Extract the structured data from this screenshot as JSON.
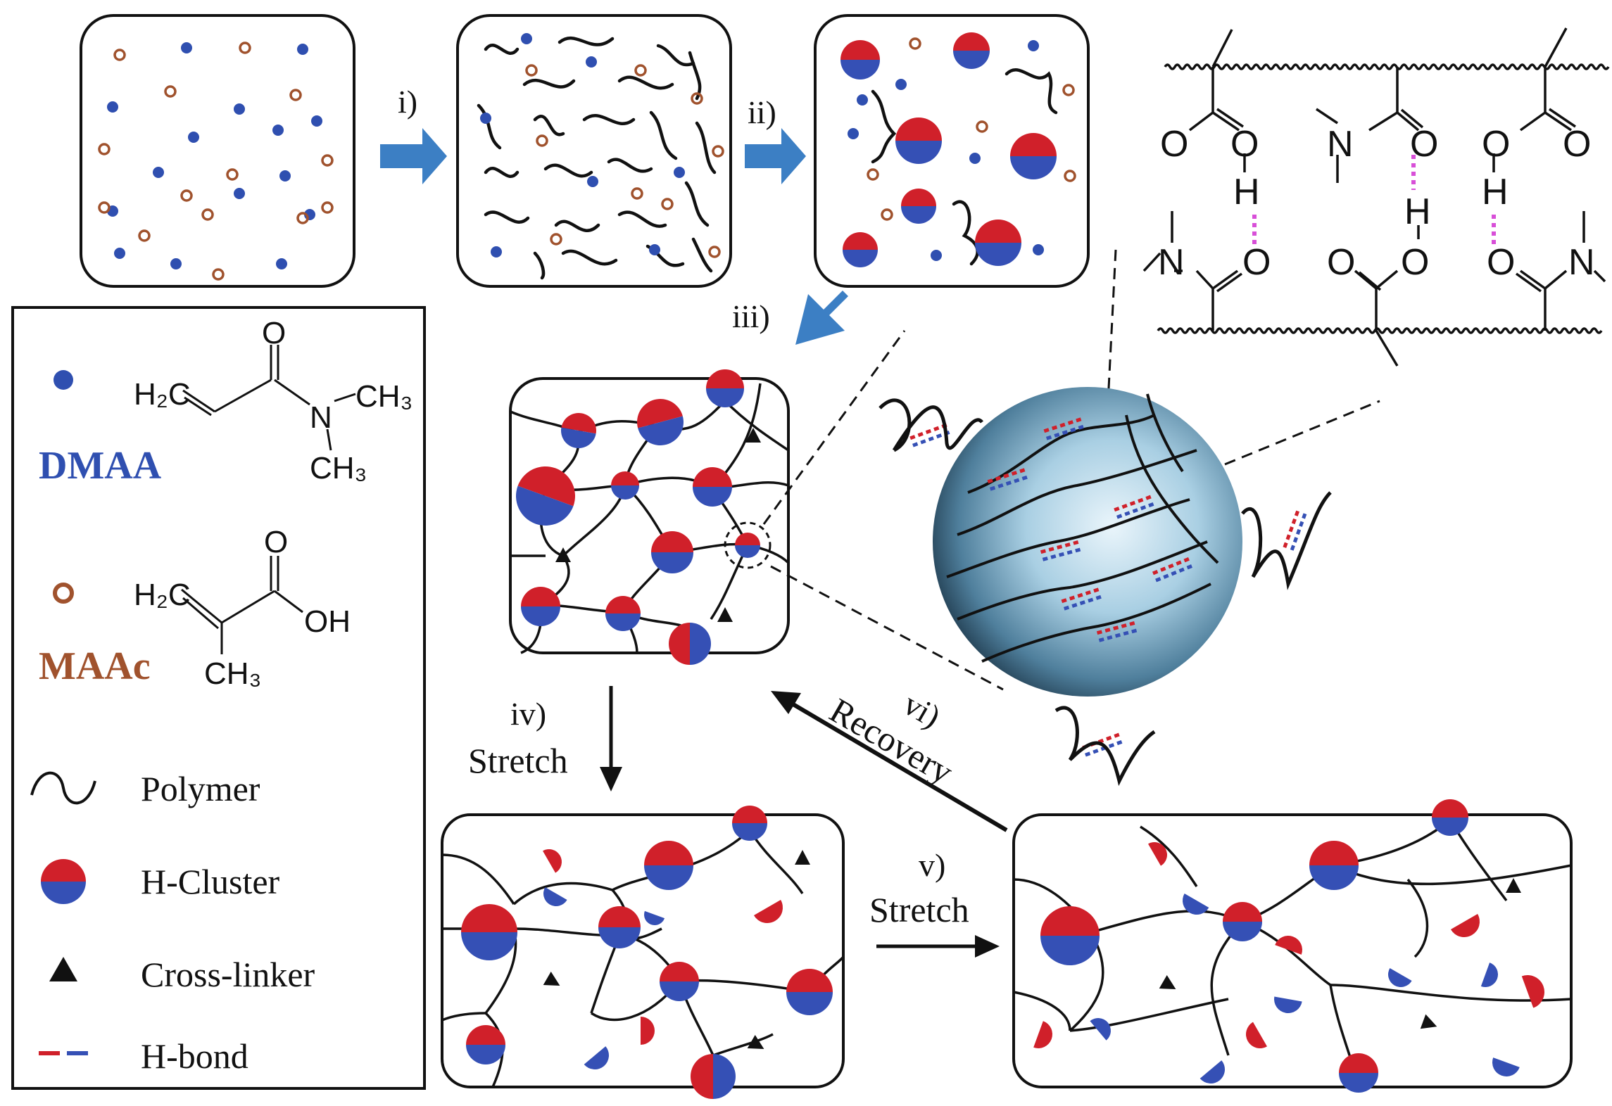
{
  "steps": {
    "i": "i)",
    "ii": "ii)",
    "iii": "iii)",
    "iv": "iv)",
    "iv_text": "Stretch",
    "v": "v)",
    "v_text": "Stretch",
    "vi": "vi)",
    "vi_text": "Recovery"
  },
  "legend": {
    "dmaa_name": "DMAA",
    "maac_name": "MAAc",
    "polymer": "Polymer",
    "h_cluster": "H-Cluster",
    "cross_linker": "Cross-linker",
    "h_bond": "H-bond"
  },
  "chem": {
    "dmaa_h2c": "H₂C",
    "dmaa_o": "O",
    "dmaa_n": "N",
    "dmaa_ch3_a": "CH₃",
    "dmaa_ch3_b": "CH₃",
    "maac_h2c": "H₂C",
    "maac_o": "O",
    "maac_oh": "OH",
    "maac_ch3": "CH₃",
    "hb_o1": "O",
    "hb_o2": "O",
    "hb_h1": "H",
    "hb_n1": "N",
    "hb_o3": "O",
    "hb_o4": "O",
    "hb_h2": "H",
    "hb_o5": "O",
    "hb_o6": "O",
    "hb_h3": "H",
    "hb_n2": "N",
    "hb_o7": "O",
    "hb_o8": "O",
    "hb_o9": "O",
    "hb_o10": "O",
    "hb_n3": "N"
  },
  "colors": {
    "dmaa_blue": "#2f4fb0",
    "maac_brown": "#a0522d",
    "cluster_red": "#d0202a",
    "cluster_blue": "#3550b5",
    "arrow_blue": "#3c7fc4",
    "hbond_pink": "#d84fd8"
  }
}
